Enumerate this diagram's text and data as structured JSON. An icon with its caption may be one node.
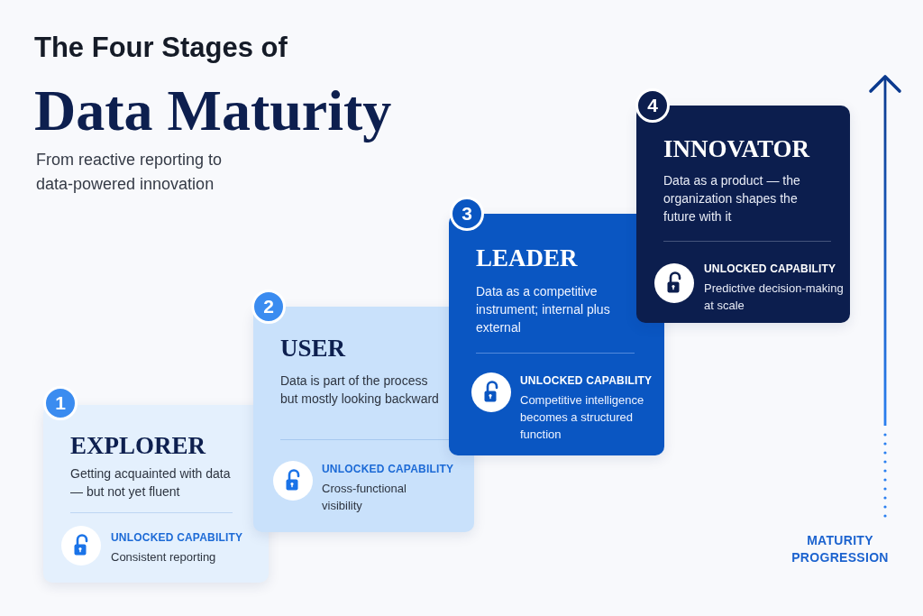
{
  "diagram": {
    "title": "The Four Stages of Data Maturity",
    "nodes": [
      {
        "text": [
          "1"
        ]
      },
      {
        "text": [
          "EXPLORER",
          "Getting acquainted with data — but not yet fluent",
          "UNLOCKED CAPABILITY",
          "Consistent reporting"
        ]
      },
      {
        "text": [
          "2"
        ]
      },
      {
        "text": [
          "USER",
          "Data is part of the process but mostly looking backward",
          "UNLOCKED CAPABILITY",
          "Cross-functional visibility"
        ]
      },
      {
        "text": [
          "3"
        ]
      },
      {
        "text": [
          "LEADER",
          "Data as a competitive instrument; internal plus external",
          "UNLOCKED CAPABILITY",
          "Competitive intelligence becomes a structured function"
        ]
      },
      {
        "text": [
          "4"
        ]
      },
      {
        "text": [
          "INNOVATOR",
          "Data as a product — the organization shapes the future with it",
          "UNLOCKED CAPABILITY",
          "Predictive decision-making at scale"
        ]
      }
    ],
    "labels": [
      "From reactive reporting to data-powered innovation",
      "MATURITY PROGRESSION"
    ]
  }
}
